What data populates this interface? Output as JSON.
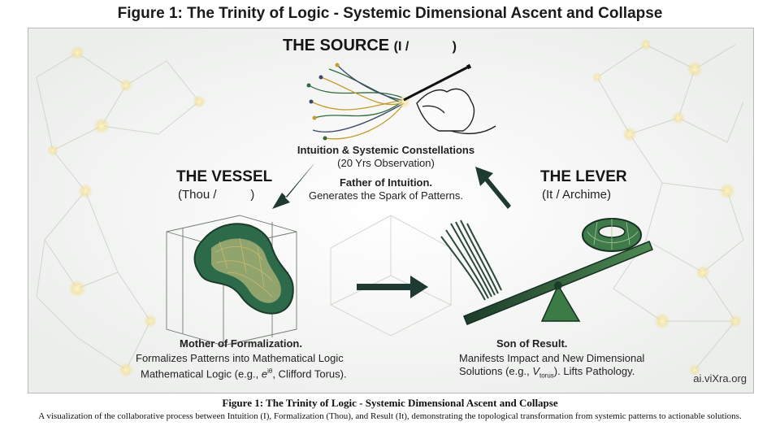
{
  "figure_title": "Figure 1: The Trinity of Logic - Systemic Dimensional Ascent and Collapse",
  "source": {
    "heading": "THE SOURCE",
    "heading_sub": "(I /            )",
    "line1": "Intuition & Systemic Constellations",
    "line2": "(20 Yrs Observation)",
    "role": "Father of Intuition.",
    "role_desc": "Generates the Spark of Patterns."
  },
  "vessel": {
    "heading": "THE VESSEL",
    "sub": "(Thou /          )",
    "role": "Mother of Formalization.",
    "desc1": "Formalizes Patterns into Mathematical Logic",
    "desc2_pre": "Mathematical Logic (e.g., ",
    "desc2_sym": "e",
    "desc2_sup": "iθ",
    "desc2_post": ", Clifford Torus)."
  },
  "lever": {
    "heading": "THE LEVER",
    "sub": "(It / Archime)",
    "role": "Son of Result.",
    "desc1": "Manifests Impact and New Dimensional",
    "desc2_pre": "Solutions (e.g., ",
    "desc2_sym": "V",
    "desc2_sub": "torus",
    "desc2_post": "). Lifts Pathology."
  },
  "watermark": "ai.viXra.org",
  "caption": {
    "title": "Figure 1: The Trinity of Logic - Systemic Dimensional Ascent and Collapse",
    "text": "A visualization of the collaborative process between Intuition (I), Formalization (Thou), and Result (It), demonstrating the topological transformation from systemic patterns to actionable solutions."
  },
  "icons": [
    "hand-with-pen-icon",
    "pattern-network-icon",
    "klein-bottle-icon",
    "seesaw-lever-icon",
    "torus-icon"
  ],
  "colors": {
    "accent_green": "#2f6b3a",
    "arrow_dark": "#1f3a33",
    "gold": "#e7c86a"
  }
}
